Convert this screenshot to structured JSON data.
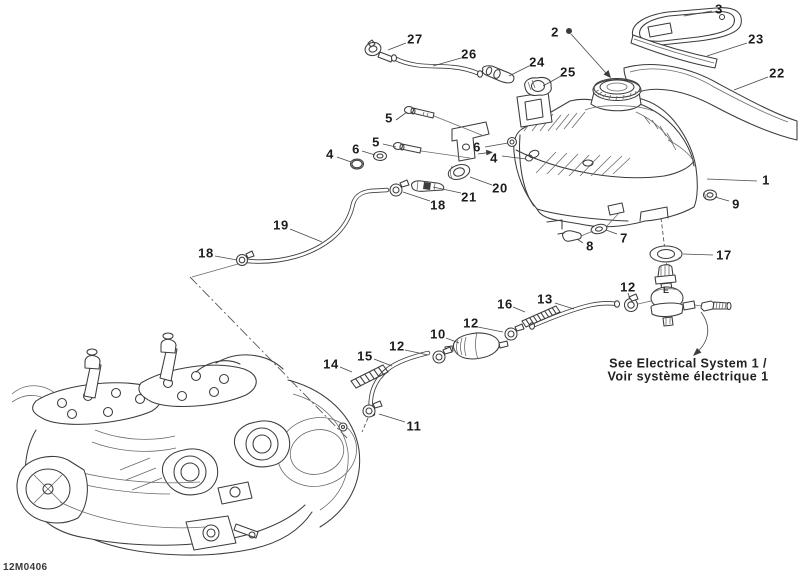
{
  "diagram": {
    "footer_code": "12M0406",
    "note": {
      "line1": "See Electrical System 1 /",
      "line2": "Voir système électrique 1"
    },
    "pump_marking": "E",
    "ink_color": "#3c3c3c",
    "text_color": "#1c1c1c",
    "background_color": "#ffffff",
    "callouts": {
      "c1": "1",
      "c2": "2",
      "c3": "3",
      "c4a": "4",
      "c4b": "4",
      "c5a": "5",
      "c5b": "5",
      "c6a": "6",
      "c6b": "6",
      "c7": "7",
      "c8": "8",
      "c9": "9",
      "c10": "10",
      "c11": "11",
      "c12a": "12",
      "c12b": "12",
      "c12c": "12",
      "c13": "13",
      "c14": "14",
      "c15": "15",
      "c16": "16",
      "c17": "17",
      "c18a": "18",
      "c18b": "18",
      "c19": "19",
      "c20": "20",
      "c21": "21",
      "c22": "22",
      "c23": "23",
      "c24": "24",
      "c25": "25",
      "c26": "26",
      "c27": "27"
    }
  }
}
